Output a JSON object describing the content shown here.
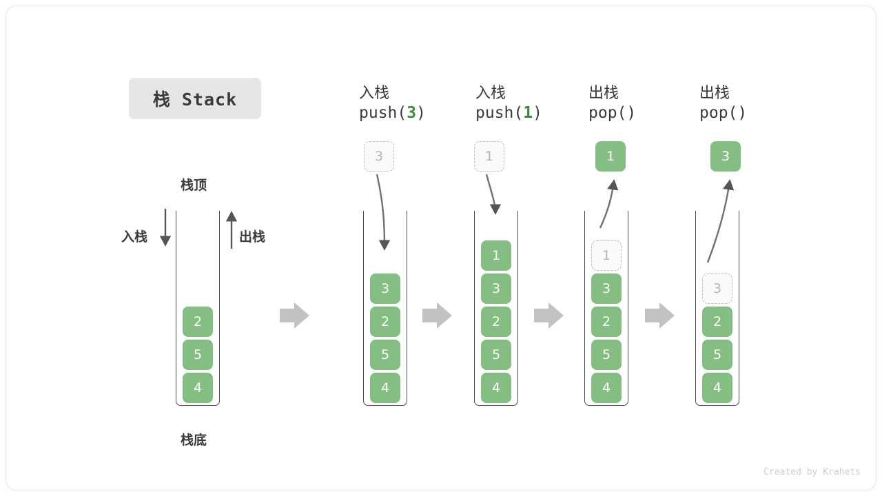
{
  "title": {
    "badge_label": "栈 Stack"
  },
  "legend": {
    "top_label": "栈顶",
    "bottom_label": "栈底",
    "push_label": "入栈",
    "pop_label": "出栈"
  },
  "colors": {
    "element_green": "#84be83",
    "ghost_border": "#bdbdbd",
    "ghost_fill": "#fafafa",
    "ghost_text": "#b4b4b4",
    "container_stroke": "#4a4a4a",
    "arrow_gray": "#c0c0c0",
    "badge_bg": "#e6e6e6",
    "text_dark": "#3a3a3a",
    "code_green": "#3f8a3f"
  },
  "steps": [
    {
      "id": "initial",
      "op_cn": "",
      "op_code": "",
      "op_code_prefix": "",
      "op_code_arg": "",
      "op_code_suffix": "",
      "stack": [
        {
          "value": "2",
          "state": "filled"
        },
        {
          "value": "5",
          "state": "filled"
        },
        {
          "value": "4",
          "state": "filled"
        }
      ],
      "floating": null
    },
    {
      "id": "push-3",
      "op_cn": "入栈",
      "op_code": "push(3)",
      "op_code_prefix": "push(",
      "op_code_arg": "3",
      "op_code_suffix": ")",
      "stack": [
        {
          "value": "3",
          "state": "filled"
        },
        {
          "value": "2",
          "state": "filled"
        },
        {
          "value": "5",
          "state": "filled"
        },
        {
          "value": "4",
          "state": "filled"
        }
      ],
      "floating": {
        "value": "3",
        "state": "ghost",
        "direction": "into-stack"
      }
    },
    {
      "id": "push-1",
      "op_cn": "入栈",
      "op_code": "push(1)",
      "op_code_prefix": "push(",
      "op_code_arg": "1",
      "op_code_suffix": ")",
      "stack": [
        {
          "value": "1",
          "state": "filled"
        },
        {
          "value": "3",
          "state": "filled"
        },
        {
          "value": "2",
          "state": "filled"
        },
        {
          "value": "5",
          "state": "filled"
        },
        {
          "value": "4",
          "state": "filled"
        }
      ],
      "floating": {
        "value": "1",
        "state": "ghost",
        "direction": "into-stack"
      }
    },
    {
      "id": "pop-1",
      "op_cn": "出栈",
      "op_code": "pop()",
      "op_code_prefix": "pop(",
      "op_code_arg": "",
      "op_code_suffix": ")",
      "stack": [
        {
          "value": "1",
          "state": "ghost"
        },
        {
          "value": "3",
          "state": "filled"
        },
        {
          "value": "2",
          "state": "filled"
        },
        {
          "value": "5",
          "state": "filled"
        },
        {
          "value": "4",
          "state": "filled"
        }
      ],
      "floating": {
        "value": "1",
        "state": "filled",
        "direction": "out-of-stack"
      }
    },
    {
      "id": "pop-3",
      "op_cn": "出栈",
      "op_code": "pop()",
      "op_code_prefix": "pop(",
      "op_code_arg": "",
      "op_code_suffix": ")",
      "stack": [
        {
          "value": "3",
          "state": "ghost"
        },
        {
          "value": "2",
          "state": "filled"
        },
        {
          "value": "5",
          "state": "filled"
        },
        {
          "value": "4",
          "state": "filled"
        }
      ],
      "floating": {
        "value": "3",
        "state": "filled",
        "direction": "out-of-stack"
      }
    }
  ],
  "transition_arrows": 4,
  "credit": "Created by Krahets"
}
